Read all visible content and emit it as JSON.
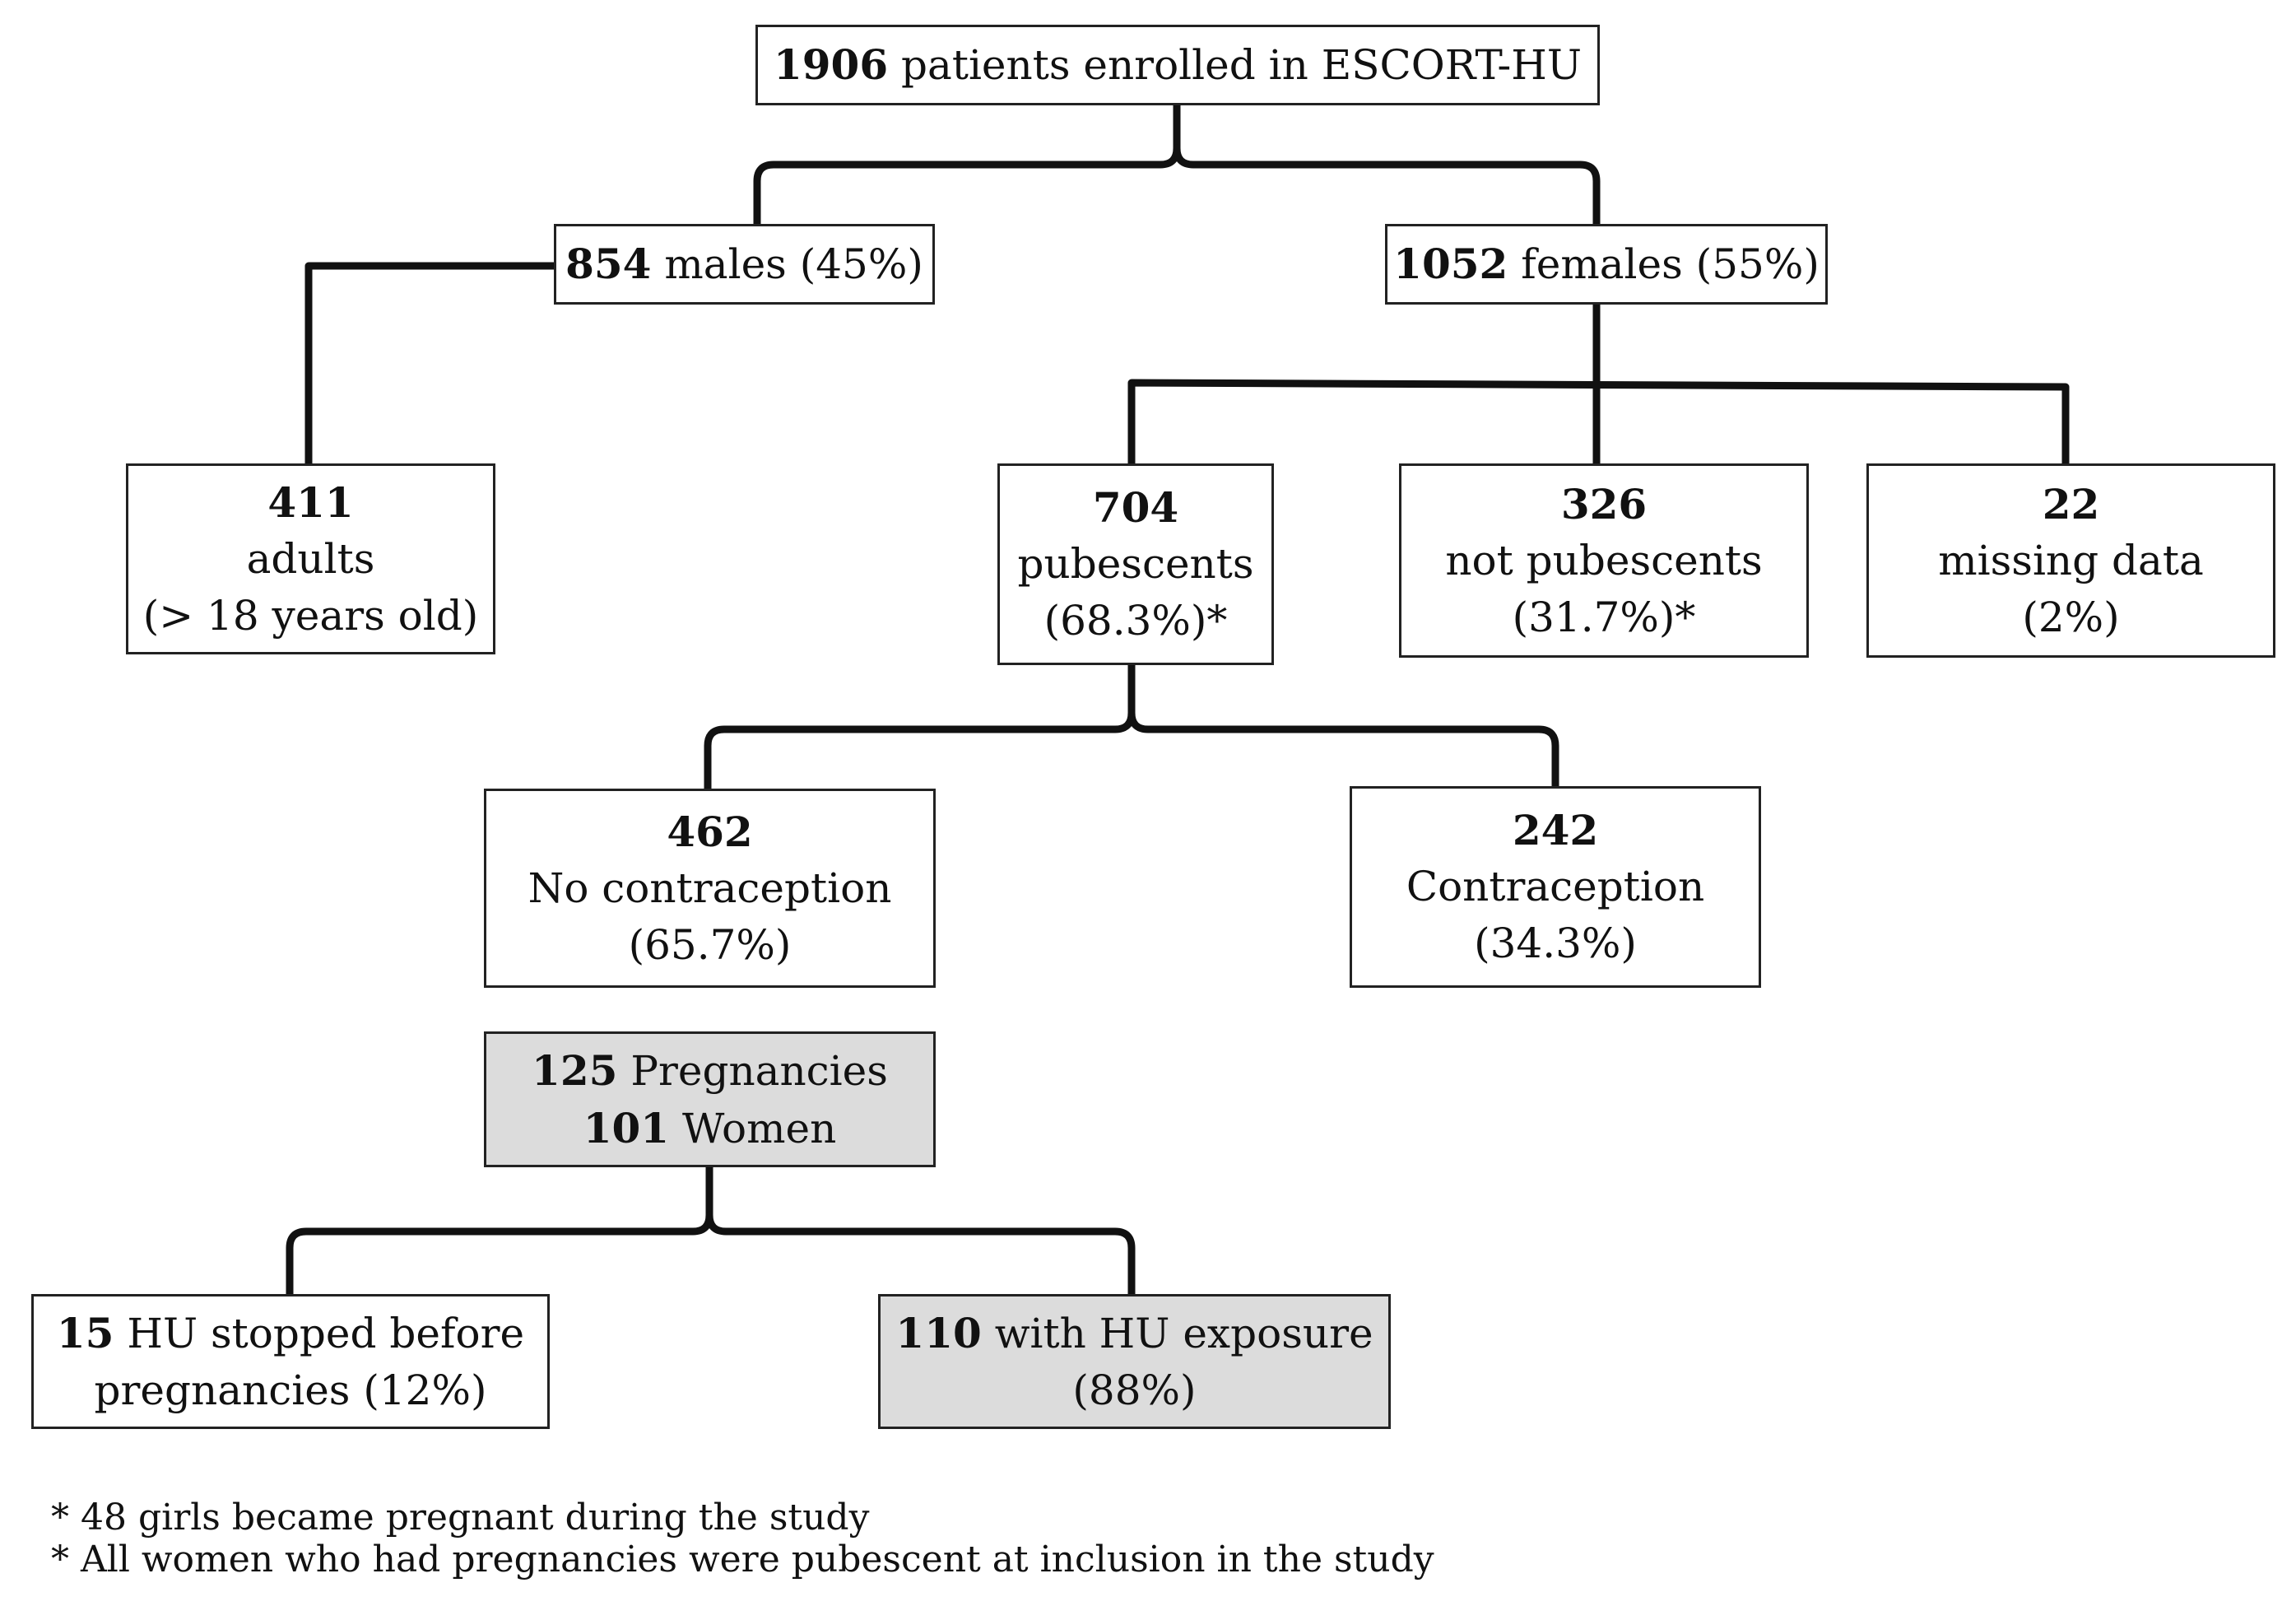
{
  "nodes": {
    "enrolled": {
      "num": "1906",
      "text": "patients enrolled in ESCORT-HU"
    },
    "males": {
      "num": "854",
      "text": "males (45%)"
    },
    "females": {
      "num": "1052",
      "text": "females (55%)"
    },
    "adults": {
      "num": "411",
      "line1": "adults",
      "line2": "(> 18 years old)"
    },
    "pubescents": {
      "num": "704",
      "line1": "pubescents",
      "line2": "(68.3%)*"
    },
    "not_pubescents": {
      "num": "326",
      "line1": "not pubescents",
      "line2": "(31.7%)*"
    },
    "missing": {
      "num": "22",
      "line1": "missing data",
      "line2": "(2%)"
    },
    "no_contraception": {
      "num": "462",
      "line1": "No contraception",
      "line2": "(65.7%)"
    },
    "contraception": {
      "num": "242",
      "line1": "Contraception",
      "line2": "(34.3%)"
    },
    "pregnancies": {
      "num1": "125",
      "text1": "Pregnancies",
      "num2": "101",
      "text2": "Women"
    },
    "hu_stopped": {
      "num": "15",
      "text1": "HU stopped before",
      "text2": "pregnancies (12%)"
    },
    "hu_exposure": {
      "num": "110",
      "text1": "with HU exposure",
      "text2": "(88%)"
    }
  },
  "footnotes": [
    "* 48 girls became pregnant during the study",
    "* All women who had pregnancies were pubescent at inclusion in the study"
  ],
  "colors": {
    "shaded_fill": "#dcdcdc",
    "line": "#111111"
  }
}
